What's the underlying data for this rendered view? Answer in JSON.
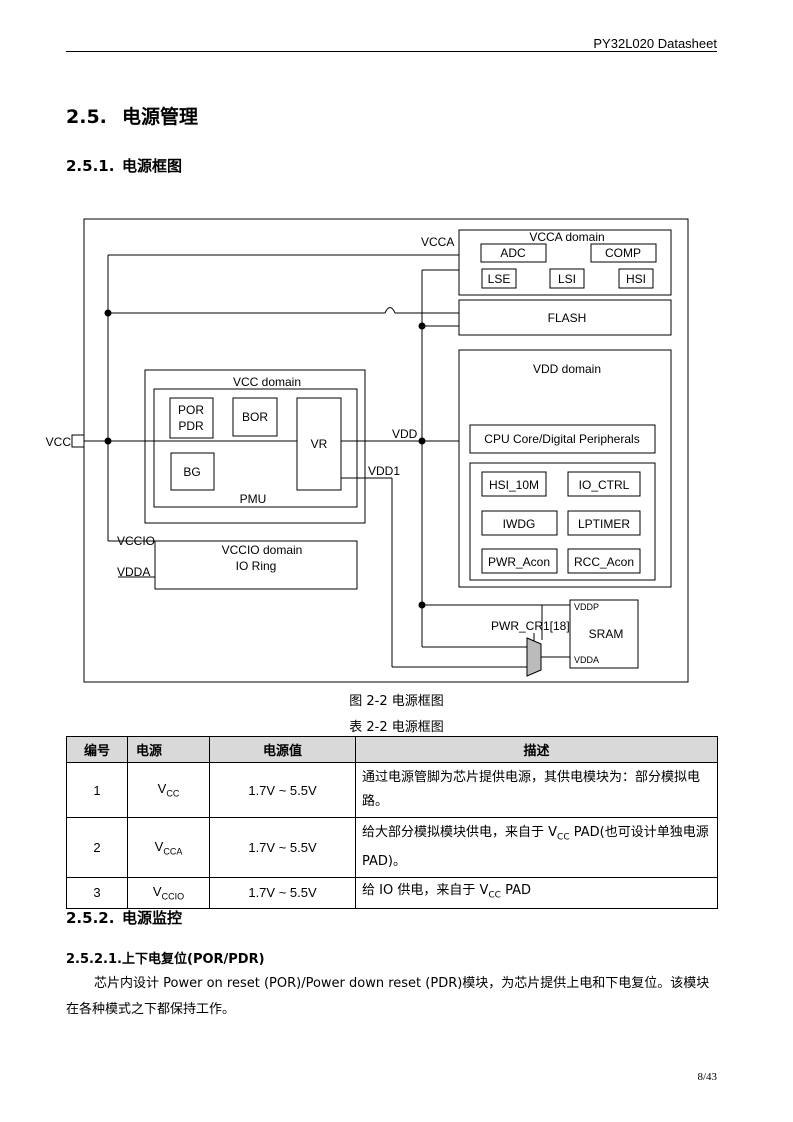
{
  "header": {
    "doc_title": "PY32L020 Datasheet"
  },
  "section": {
    "num": "2.5.",
    "title": "电源管理"
  },
  "subsection1": {
    "num": "2.5.1.",
    "title": "电源框图"
  },
  "diagram": {
    "labels": {
      "vcca_net": "VCCA",
      "vcca_domain": "VCCA domain",
      "adc": "ADC",
      "comp": "COMP",
      "lse": "LSE",
      "lsi": "LSI",
      "hsi": "HSI",
      "flash": "FLASH",
      "vdd_domain": "VDD domain",
      "cpu_core": "CPU Core/Digital Peripherals",
      "hsi_10m": "HSI_10M",
      "io_ctrl": "IO_CTRL",
      "iwdg": "IWDG",
      "lptimer": "LPTIMER",
      "pwr_acon": "PWR_Acon",
      "rcc_acon": "RCC_Acon",
      "vcc_domain": "VCC domain",
      "por": "POR",
      "pdr": "PDR",
      "bor": "BOR",
      "bg": "BG",
      "vr": "VR",
      "pmu": "PMU",
      "vcc_pin": "VCC",
      "vdd_net": "VDD",
      "vdd1_net": "VDD1",
      "vccio_net": "VCCIO",
      "vdda_net": "VDDA",
      "vccio_domain": "VCCIO domain",
      "io_ring": "IO Ring",
      "pwr_cr1": "PWR_CR1[18]",
      "sram": "SRAM",
      "vddp": "VDDP",
      "vdda_sram": "VDDA"
    }
  },
  "figure_caption": "图 2-2 电源框图",
  "table_caption": "表 2-2 电源框图",
  "table": {
    "headers": [
      "编号",
      "电源",
      "电源值",
      "描述"
    ],
    "rows": [
      {
        "id": "1",
        "supply_main": "V",
        "supply_sub": "CC",
        "value": "1.7V ~ 5.5V",
        "desc": "通过电源管脚为芯片提供电源，其供电模块为：部分模拟电路。"
      },
      {
        "id": "2",
        "supply_main": "V",
        "supply_sub": "CCA",
        "value": "1.7V ~ 5.5V",
        "desc_pre": "给大部分模拟模块供电，来自于 V",
        "desc_sub": "CC",
        "desc_post": " PAD(也可设计单独电源 PAD)。"
      },
      {
        "id": "3",
        "supply_main": "V",
        "supply_sub": "CCIO",
        "value": "1.7V ~ 5.5V",
        "desc_pre": "给 IO 供电，来自于 V",
        "desc_sub": "CC",
        "desc_post": " PAD"
      }
    ]
  },
  "subsection2": {
    "num": "2.5.2.",
    "title": "电源监控"
  },
  "subsubsection": {
    "num": "2.5.2.1.",
    "title": "上下电复位(POR/PDR)"
  },
  "paragraph": "芯片内设计 Power on reset (POR)/Power down reset (PDR)模块，为芯片提供上电和下电复位。该模块在各种模式之下都保持工作。",
  "page_number": "8/43"
}
